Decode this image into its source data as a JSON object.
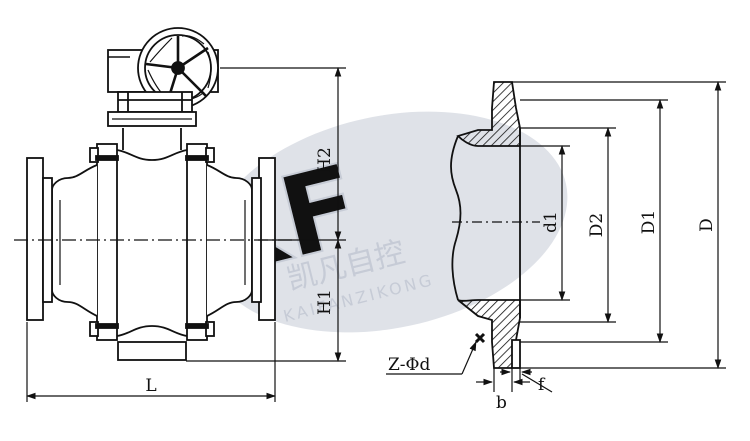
{
  "watermark": {
    "logo_text": "KF",
    "chinese_text": "凯凡自控",
    "pinyin_text": "KAIFANZIKONG",
    "ellipse_color": "#d4d8e0",
    "text_color": "#c6cbd6"
  },
  "front_view": {
    "dims": {
      "height_upper": "H2",
      "height_lower": "H1",
      "length": "L"
    }
  },
  "flange_view": {
    "dims": {
      "outer_diameter": "D",
      "bolt_circle": "D1",
      "raised_face": "D2",
      "bore": "d1",
      "bolt_holes": "Z-Φd",
      "thickness": "b",
      "face_height": "f"
    }
  },
  "colors": {
    "line": "#111111",
    "hatch": "#111111",
    "background": "#ffffff"
  }
}
